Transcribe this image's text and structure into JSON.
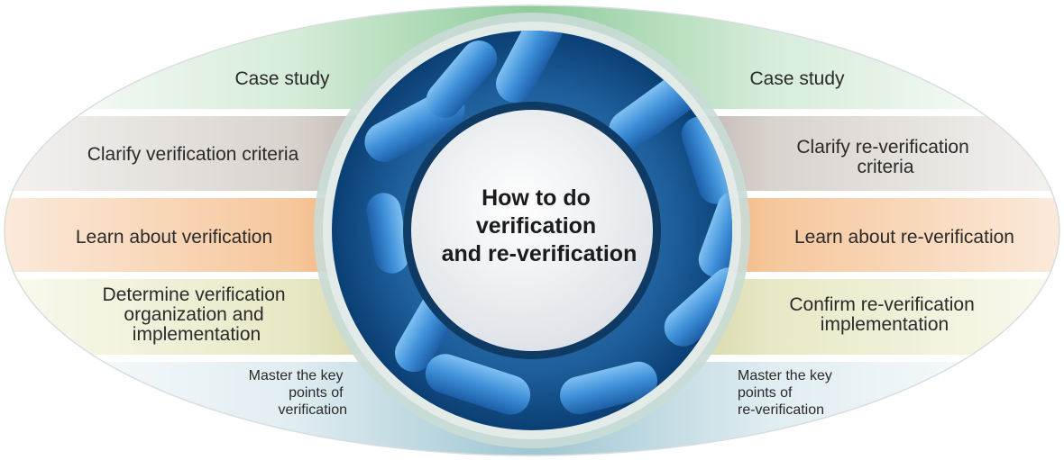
{
  "center": {
    "lines": [
      "How to do",
      "verification",
      "and re-verification"
    ]
  },
  "left": [
    {
      "lines": [
        "Case study"
      ]
    },
    {
      "lines": [
        "Clarify verification criteria"
      ]
    },
    {
      "lines": [
        "Learn about verification"
      ]
    },
    {
      "lines": [
        "Determine verification",
        "organization and",
        "implementation"
      ]
    },
    {
      "lines": [
        "Master the key",
        "points of",
        "verification"
      ]
    }
  ],
  "right": [
    {
      "lines": [
        "Case study"
      ]
    },
    {
      "lines": [
        "Clarify re-verification",
        "criteria"
      ]
    },
    {
      "lines": [
        "Learn about re-verification"
      ]
    },
    {
      "lines": [
        "Confirm re-verification",
        "implementation"
      ]
    },
    {
      "lines": [
        "Master the key",
        "points of",
        "re-verification"
      ]
    }
  ],
  "colors": {
    "case_study": "#8fcc9c",
    "clarify": "#8a7f76",
    "learn": "#e98a3a",
    "determine": "#c8c98a",
    "master": "#9fc6d2",
    "disc_outer": "#0a3f73",
    "disc_inner": "#2f7fc0",
    "rod": "#3d8fd8",
    "center_circle": "#eef0f2"
  }
}
